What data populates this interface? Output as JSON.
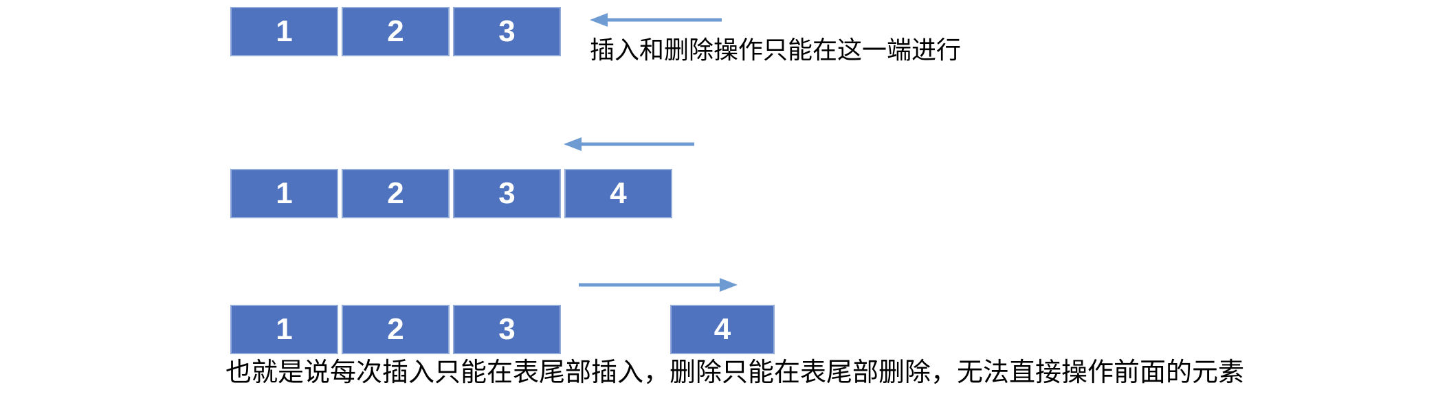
{
  "colors": {
    "box_fill": "#4F73BF",
    "box_border": "#93ABD9",
    "arrow": "#6F9BD3",
    "text": "#000000"
  },
  "diagram": {
    "row1": {
      "cells": [
        "1",
        "2",
        "3"
      ],
      "arrow_direction": "left",
      "caption": "插入和删除操作只能在这一端进行"
    },
    "row2": {
      "cells": [
        "1",
        "2",
        "3",
        "4"
      ],
      "arrow_direction": "left"
    },
    "row3": {
      "cells": [
        "1",
        "2",
        "3"
      ],
      "detached_cell": "4",
      "arrow_direction": "right",
      "caption": "也就是说每次插入只能在表尾部插入，删除只能在表尾部删除，无法直接操作前面的元素"
    }
  }
}
